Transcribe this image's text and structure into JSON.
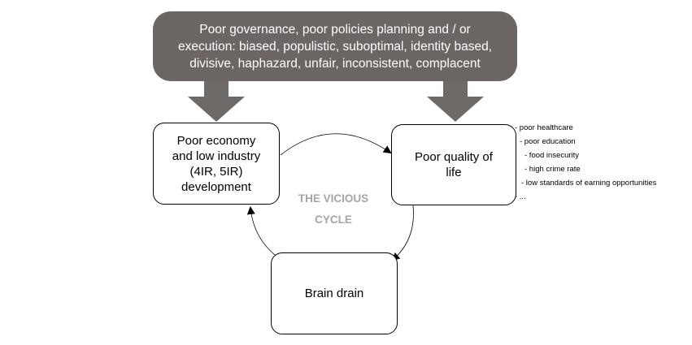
{
  "banner": {
    "line1": "Poor governance, poor policies planning and / or",
    "line2": "execution: biased, populistic, suboptimal, identity based,",
    "line3": "divisive, haphazard, unfair, inconsistent, complacent"
  },
  "boxes": {
    "economy": {
      "line1": "Poor economy",
      "line2": "and low industry",
      "line3": "(4IR, 5IR)",
      "line4": "development"
    },
    "quality": {
      "line1": "Poor quality of",
      "line2": "life"
    },
    "brain_drain": {
      "label": "Brain drain"
    }
  },
  "cycle": {
    "line1": "THE VICIOUS",
    "line2": "CYCLE"
  },
  "quality_factors": [
    "- poor healthcare",
    "- poor education",
    "- food insecurity",
    "- high crime rate",
    "- low standards of earning opportunities",
    "- ..."
  ],
  "colors": {
    "banner_fill": "#6b6663",
    "down_arrow_fill": "#6e6a67",
    "cycle_text": "#a6a6a6",
    "connector": "#000000"
  }
}
